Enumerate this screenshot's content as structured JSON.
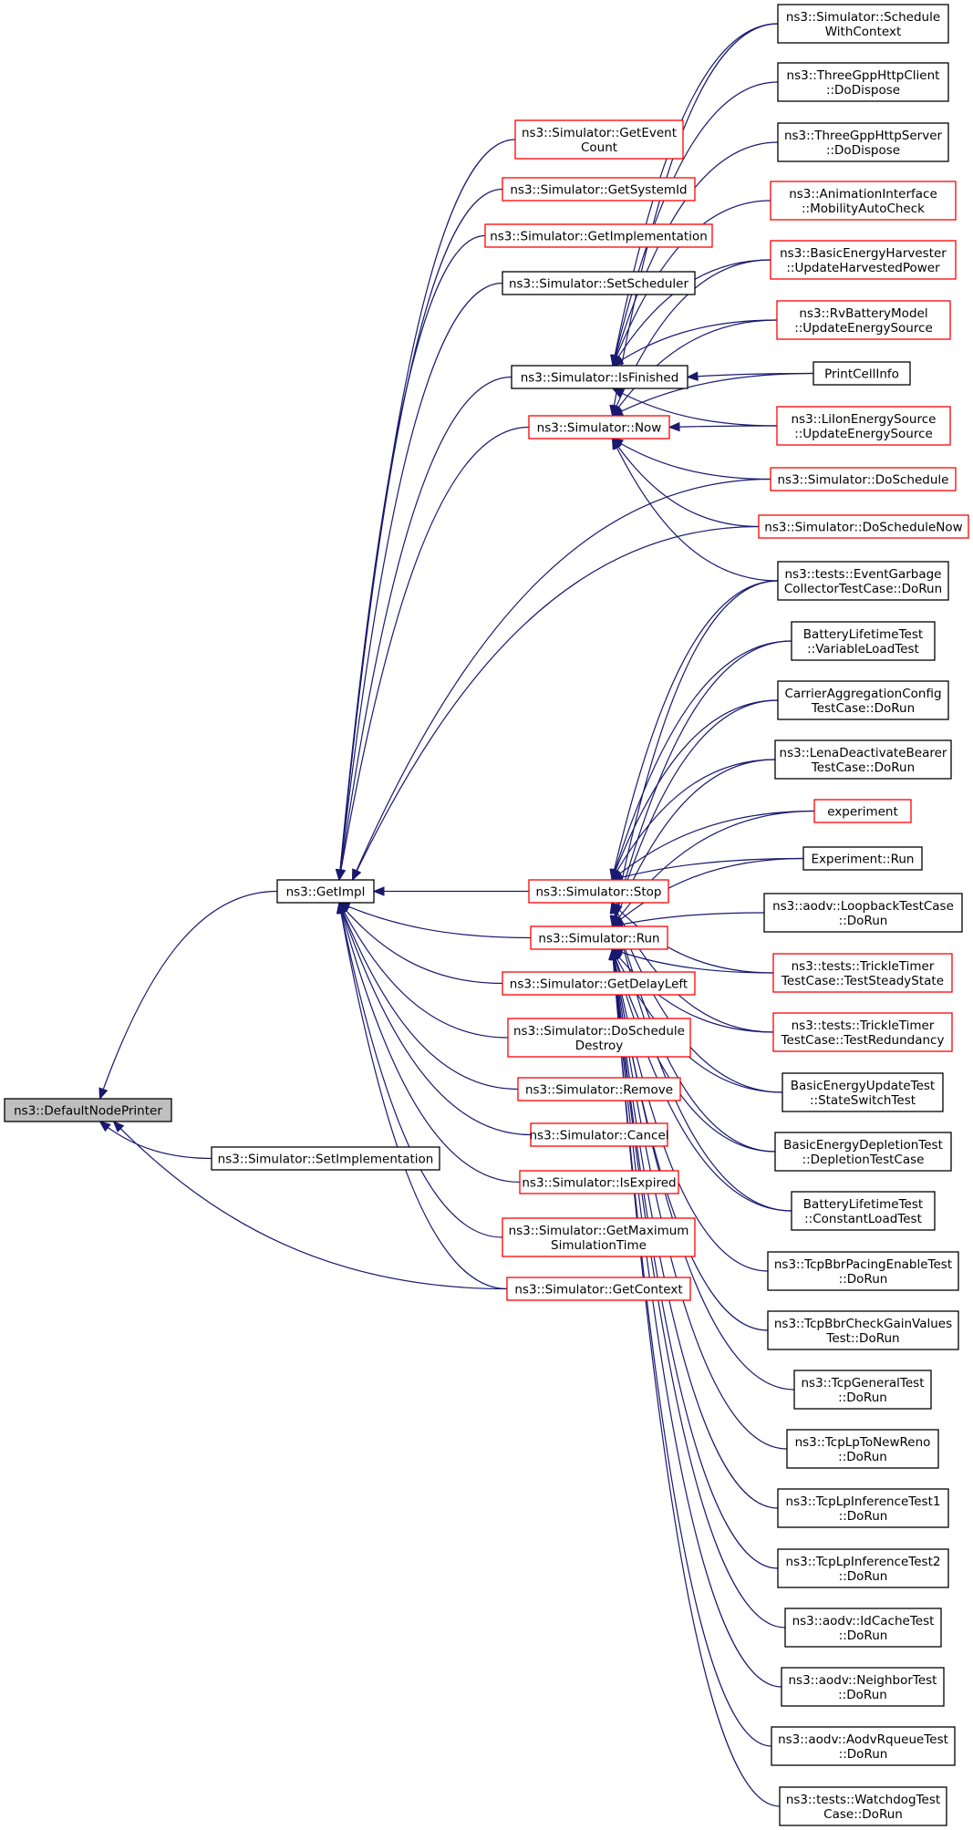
{
  "diagram": {
    "nodes": [
      {
        "id": "root",
        "lines": [
          "ns3::DefaultNodePrinter"
        ],
        "style": "root"
      },
      {
        "id": "getimpl",
        "lines": [
          "ns3::GetImpl"
        ],
        "style": "black"
      },
      {
        "id": "setimpl",
        "lines": [
          "ns3::Simulator::SetImplementation"
        ],
        "style": "black"
      },
      {
        "id": "geteventcount",
        "lines": [
          "ns3::Simulator::GetEvent",
          "Count"
        ],
        "style": "red"
      },
      {
        "id": "getsystemid",
        "lines": [
          "ns3::Simulator::GetSystemId"
        ],
        "style": "red"
      },
      {
        "id": "getimplementation",
        "lines": [
          "ns3::Simulator::GetImplementation"
        ],
        "style": "red"
      },
      {
        "id": "setscheduler",
        "lines": [
          "ns3::Simulator::SetScheduler"
        ],
        "style": "black"
      },
      {
        "id": "isfinished",
        "lines": [
          "ns3::Simulator::IsFinished"
        ],
        "style": "black"
      },
      {
        "id": "now",
        "lines": [
          "ns3::Simulator::Now"
        ],
        "style": "red"
      },
      {
        "id": "stop",
        "lines": [
          "ns3::Simulator::Stop"
        ],
        "style": "red"
      },
      {
        "id": "run",
        "lines": [
          "ns3::Simulator::Run"
        ],
        "style": "red"
      },
      {
        "id": "getdelayleft",
        "lines": [
          "ns3::Simulator::GetDelayLeft"
        ],
        "style": "red"
      },
      {
        "id": "doscheduledestroy",
        "lines": [
          "ns3::Simulator::DoSchedule",
          "Destroy"
        ],
        "style": "red"
      },
      {
        "id": "remove",
        "lines": [
          "ns3::Simulator::Remove"
        ],
        "style": "red"
      },
      {
        "id": "cancel",
        "lines": [
          "ns3::Simulator::Cancel"
        ],
        "style": "red"
      },
      {
        "id": "isexpired",
        "lines": [
          "ns3::Simulator::IsExpired"
        ],
        "style": "red"
      },
      {
        "id": "getmaxsimtime",
        "lines": [
          "ns3::Simulator::GetMaximum",
          "SimulationTime"
        ],
        "style": "red"
      },
      {
        "id": "getcontext",
        "lines": [
          "ns3::Simulator::GetContext"
        ],
        "style": "red"
      },
      {
        "id": "schedulewithcontext",
        "lines": [
          "ns3::Simulator::Schedule",
          "WithContext"
        ],
        "style": "black"
      },
      {
        "id": "httpclient",
        "lines": [
          "ns3::ThreeGppHttpClient",
          "::DoDispose"
        ],
        "style": "black"
      },
      {
        "id": "httpserver",
        "lines": [
          "ns3::ThreeGppHttpServer",
          "::DoDispose"
        ],
        "style": "black"
      },
      {
        "id": "mobilityautocheck",
        "lines": [
          "ns3::AnimationInterface",
          "::MobilityAutoCheck"
        ],
        "style": "red"
      },
      {
        "id": "harvester",
        "lines": [
          "ns3::BasicEnergyHarvester",
          "::UpdateHarvestedPower"
        ],
        "style": "red"
      },
      {
        "id": "rvbattery",
        "lines": [
          "ns3::RvBatteryModel",
          "::UpdateEnergySource"
        ],
        "style": "red"
      },
      {
        "id": "printcellinfo",
        "lines": [
          "PrintCellInfo"
        ],
        "style": "black"
      },
      {
        "id": "liion",
        "lines": [
          "ns3::LiIonEnergySource",
          "::UpdateEnergySource"
        ],
        "style": "red"
      },
      {
        "id": "doschedule",
        "lines": [
          "ns3::Simulator::DoSchedule"
        ],
        "style": "red"
      },
      {
        "id": "doschedulenow",
        "lines": [
          "ns3::Simulator::DoScheduleNow"
        ],
        "style": "red"
      },
      {
        "id": "eventgarbage",
        "lines": [
          "ns3::tests::EventGarbage",
          "CollectorTestCase::DoRun"
        ],
        "style": "black"
      },
      {
        "id": "batteryvariable",
        "lines": [
          "BatteryLifetimeTest",
          "::VariableLoadTest"
        ],
        "style": "black"
      },
      {
        "id": "carrieragg",
        "lines": [
          "CarrierAggregationConfig",
          "TestCase::DoRun"
        ],
        "style": "black"
      },
      {
        "id": "lenadeactivate",
        "lines": [
          "ns3::LenaDeactivateBearer",
          "TestCase::DoRun"
        ],
        "style": "black"
      },
      {
        "id": "experiment",
        "lines": [
          "experiment"
        ],
        "style": "red"
      },
      {
        "id": "experimentrun",
        "lines": [
          "Experiment::Run"
        ],
        "style": "black"
      },
      {
        "id": "aodvloopback",
        "lines": [
          "ns3::aodv::LoopbackTestCase",
          "::DoRun"
        ],
        "style": "black"
      },
      {
        "id": "tricklesteady",
        "lines": [
          "ns3::tests::TrickleTimer",
          "TestCase::TestSteadyState"
        ],
        "style": "red"
      },
      {
        "id": "trickleredundancy",
        "lines": [
          "ns3::tests::TrickleTimer",
          "TestCase::TestRedundancy"
        ],
        "style": "red"
      },
      {
        "id": "energyupdate",
        "lines": [
          "BasicEnergyUpdateTest",
          "::StateSwitchTest"
        ],
        "style": "black"
      },
      {
        "id": "energydepletion",
        "lines": [
          "BasicEnergyDepletionTest",
          "::DepletionTestCase"
        ],
        "style": "black"
      },
      {
        "id": "batteryconstant",
        "lines": [
          "BatteryLifetimeTest",
          "::ConstantLoadTest"
        ],
        "style": "black"
      },
      {
        "id": "tcpbbrpacing",
        "lines": [
          "ns3::TcpBbrPacingEnableTest",
          "::DoRun"
        ],
        "style": "black"
      },
      {
        "id": "tcpbbrgain",
        "lines": [
          "ns3::TcpBbrCheckGainValues",
          "Test::DoRun"
        ],
        "style": "black"
      },
      {
        "id": "tcpgeneral",
        "lines": [
          "ns3::TcpGeneralTest",
          "::DoRun"
        ],
        "style": "black"
      },
      {
        "id": "tcplpnewreno",
        "lines": [
          "ns3::TcpLpToNewReno",
          "::DoRun"
        ],
        "style": "black"
      },
      {
        "id": "tcplpinf1",
        "lines": [
          "ns3::TcpLpInferenceTest1",
          "::DoRun"
        ],
        "style": "black"
      },
      {
        "id": "tcplpinf2",
        "lines": [
          "ns3::TcpLpInferenceTest2",
          "::DoRun"
        ],
        "style": "black"
      },
      {
        "id": "aodvidcache",
        "lines": [
          "ns3::aodv::IdCacheTest",
          "::DoRun"
        ],
        "style": "black"
      },
      {
        "id": "aodvneighbor",
        "lines": [
          "ns3::aodv::NeighborTest",
          "::DoRun"
        ],
        "style": "black"
      },
      {
        "id": "aodvrqueue",
        "lines": [
          "ns3::aodv::AodvRqueueTest",
          "::DoRun"
        ],
        "style": "black"
      },
      {
        "id": "watchdog",
        "lines": [
          "ns3::tests::WatchdogTest",
          "Case::DoRun"
        ],
        "style": "black"
      }
    ],
    "edges": [
      [
        "root",
        "getimpl"
      ],
      [
        "root",
        "setimpl"
      ],
      [
        "root",
        "getcontext"
      ],
      [
        "getimpl",
        "geteventcount"
      ],
      [
        "getimpl",
        "getsystemid"
      ],
      [
        "getimpl",
        "getimplementation"
      ],
      [
        "getimpl",
        "setscheduler"
      ],
      [
        "getimpl",
        "isfinished"
      ],
      [
        "getimpl",
        "now"
      ],
      [
        "getimpl",
        "stop"
      ],
      [
        "getimpl",
        "run"
      ],
      [
        "getimpl",
        "getdelayleft"
      ],
      [
        "getimpl",
        "doscheduledestroy"
      ],
      [
        "getimpl",
        "remove"
      ],
      [
        "getimpl",
        "cancel"
      ],
      [
        "getimpl",
        "isexpired"
      ],
      [
        "getimpl",
        "getmaxsimtime"
      ],
      [
        "getimpl",
        "getcontext"
      ],
      [
        "getimpl",
        "doschedule"
      ],
      [
        "getimpl",
        "doschedulenow"
      ],
      [
        "isfinished",
        "schedulewithcontext"
      ],
      [
        "isfinished",
        "httpclient"
      ],
      [
        "isfinished",
        "httpserver"
      ],
      [
        "isfinished",
        "mobilityautocheck"
      ],
      [
        "isfinished",
        "harvester"
      ],
      [
        "isfinished",
        "rvbattery"
      ],
      [
        "isfinished",
        "printcellinfo"
      ],
      [
        "isfinished",
        "liion"
      ],
      [
        "now",
        "schedulewithcontext"
      ],
      [
        "now",
        "harvester"
      ],
      [
        "now",
        "rvbattery"
      ],
      [
        "now",
        "printcellinfo"
      ],
      [
        "now",
        "liion"
      ],
      [
        "now",
        "doschedule"
      ],
      [
        "now",
        "doschedulenow"
      ],
      [
        "now",
        "eventgarbage"
      ],
      [
        "stop",
        "batteryvariable"
      ],
      [
        "stop",
        "carrieragg"
      ],
      [
        "stop",
        "lenadeactivate"
      ],
      [
        "stop",
        "experiment"
      ],
      [
        "stop",
        "experimentrun"
      ],
      [
        "stop",
        "tricklesteady"
      ],
      [
        "stop",
        "trickleredundancy"
      ],
      [
        "stop",
        "energyupdate"
      ],
      [
        "stop",
        "energydepletion"
      ],
      [
        "stop",
        "batteryconstant"
      ],
      [
        "stop",
        "eventgarbage"
      ],
      [
        "run",
        "eventgarbage"
      ],
      [
        "run",
        "batteryvariable"
      ],
      [
        "run",
        "carrieragg"
      ],
      [
        "run",
        "lenadeactivate"
      ],
      [
        "run",
        "experiment"
      ],
      [
        "run",
        "experimentrun"
      ],
      [
        "run",
        "aodvloopback"
      ],
      [
        "run",
        "tricklesteady"
      ],
      [
        "run",
        "trickleredundancy"
      ],
      [
        "run",
        "energyupdate"
      ],
      [
        "run",
        "energydepletion"
      ],
      [
        "run",
        "batteryconstant"
      ],
      [
        "run",
        "tcpbbrpacing"
      ],
      [
        "run",
        "tcpbbrgain"
      ],
      [
        "run",
        "tcpgeneral"
      ],
      [
        "run",
        "tcplpnewreno"
      ],
      [
        "run",
        "tcplpinf1"
      ],
      [
        "run",
        "tcplpinf2"
      ],
      [
        "run",
        "aodvidcache"
      ],
      [
        "run",
        "aodvneighbor"
      ],
      [
        "run",
        "aodvrqueue"
      ],
      [
        "run",
        "watchdog"
      ]
    ]
  }
}
